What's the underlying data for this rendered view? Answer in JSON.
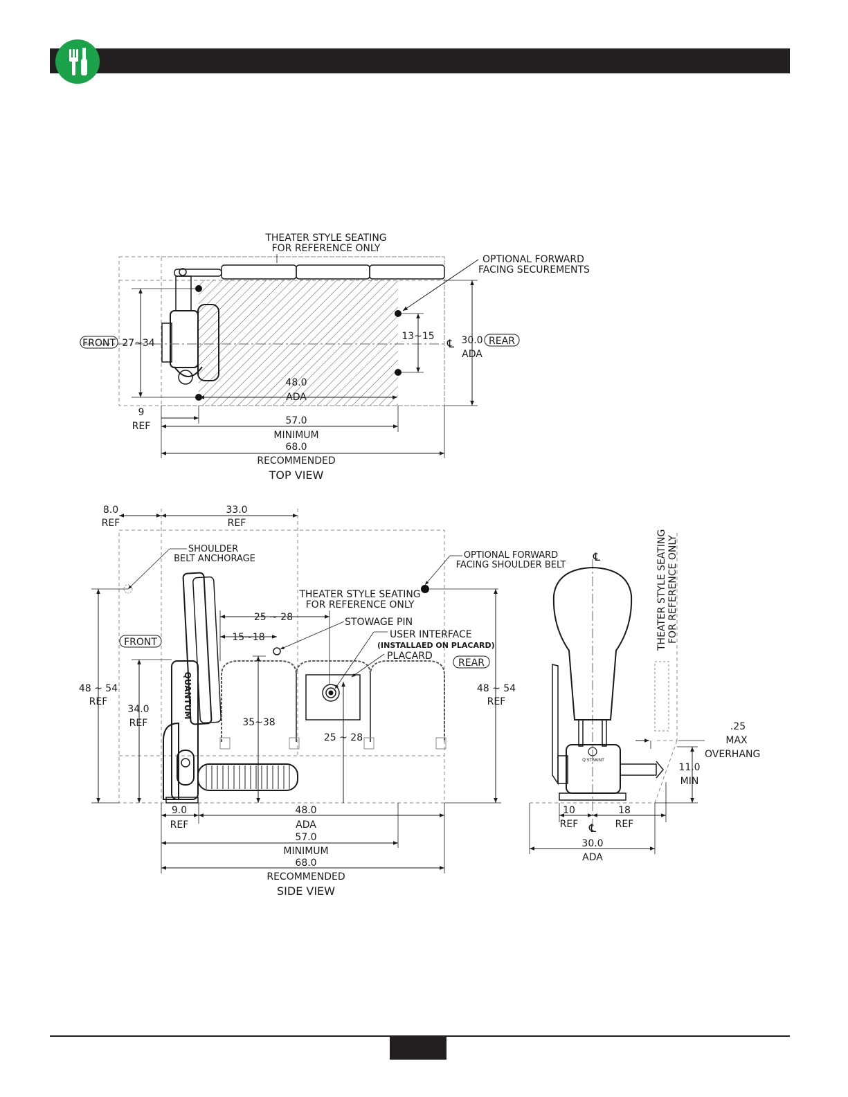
{
  "header": {
    "icon": "tools-icon",
    "accent": "#1ba24a",
    "bar_color": "#231f20"
  },
  "top_view": {
    "title": "TOP VIEW",
    "theater_note_1": "THEATER STYLE SEATING",
    "theater_note_2": "FOR REFERENCE ONLY",
    "optional_1": "OPTIONAL FORWARD",
    "optional_2": "FACING SECUREMENTS",
    "front": "FRONT",
    "rear": "REAR",
    "dim_27_34": "27~34",
    "dim_13_15": "13~15",
    "dim_30": "30.0",
    "ada": "ADA",
    "dim_48": "48.0",
    "dim_9": "9",
    "ref": "REF",
    "dim_57": "57.0",
    "minimum": "MINIMUM",
    "dim_68": "68.0",
    "recommended": "RECOMMENDED",
    "centerline": "℄"
  },
  "side_view": {
    "title": "SIDE VIEW",
    "dim_8": "8.0",
    "dim_33": "33.0",
    "ref": "REF",
    "shoulder_1": "SHOULDER",
    "shoulder_2": "BELT ANCHORAGE",
    "optional_1": "OPTIONAL FORWARD",
    "optional_2": "FACING SHOULDER BELT",
    "theater_1": "THEATER STYLE SEATING",
    "theater_2": "FOR REFERENCE ONLY",
    "dim_25_28": "25 ~ 28",
    "dim_15_18": "15~18",
    "stowage": "STOWAGE PIN",
    "user_interface": "USER INTERFACE",
    "installed": "(INSTALLAED ON PLACARD)",
    "placard": "PLACARD",
    "front": "FRONT",
    "rear": "REAR",
    "dim_48_54": "48 ~ 54",
    "dim_34": "34.0",
    "dim_35_38": "35~38",
    "dim_25_28b": "25 ~ 28",
    "brand": "QUANTUM",
    "dim_9": "9.0",
    "dim_48": "48.0",
    "ada": "ADA",
    "dim_57": "57.0",
    "minimum": "MINIMUM",
    "dim_68": "68.0",
    "recommended": "RECOMMENDED"
  },
  "rear_view": {
    "theater_1": "THEATER STYLE SEATING",
    "theater_2": "FOR REFERENCE ONLY",
    "dim_25": ".25",
    "max": "MAX",
    "overhang": "OVERHANG",
    "dim_11": "11.0",
    "min": "MIN",
    "dim_10": "10",
    "dim_18": "18",
    "ref": "REF",
    "dim_30": "30.0",
    "ada": "ADA",
    "brand": "Q'STRAINT",
    "centerline": "℄"
  }
}
